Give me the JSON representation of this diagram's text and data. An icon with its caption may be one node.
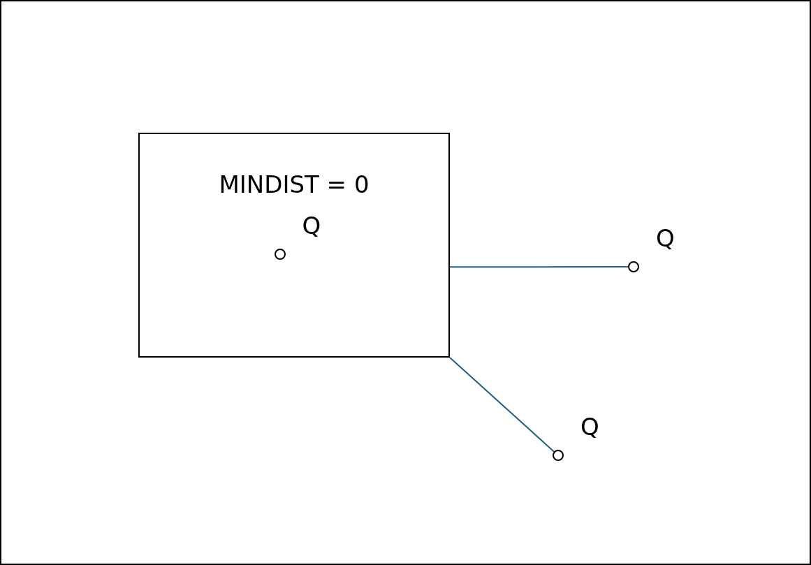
{
  "diagram": {
    "nodes": [
      {
        "text": [
          "MINDIST = 0"
        ]
      },
      {
        "text": [],
        "shape": "circle",
        "in": 0,
        "beside": [
          "Q"
        ]
      },
      {
        "text": [],
        "shape": "circle",
        "beside": [
          "Q"
        ]
      },
      {
        "text": [],
        "shape": "circle",
        "beside": [
          "Q"
        ]
      }
    ],
    "edges": [
      {
        "from": 0,
        "to": 2,
        "arrow": "none"
      },
      {
        "from": 0,
        "to": 3,
        "arrow": "none"
      }
    ]
  }
}
